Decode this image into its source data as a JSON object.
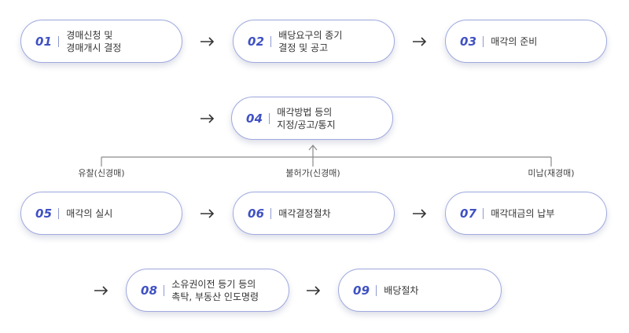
{
  "steps": [
    {
      "num": "01",
      "lines": [
        "경매신청 및",
        "경매개시 결정"
      ]
    },
    {
      "num": "02",
      "lines": [
        "배당요구의 종기",
        "결정 및 공고"
      ]
    },
    {
      "num": "03",
      "lines": [
        "매각의 준비"
      ]
    },
    {
      "num": "04",
      "lines": [
        "매각방법 등의",
        "지정/공고/통지"
      ]
    },
    {
      "num": "05",
      "lines": [
        "매각의 실시"
      ]
    },
    {
      "num": "06",
      "lines": [
        "매각결정절차"
      ]
    },
    {
      "num": "07",
      "lines": [
        "매각대금의 납부"
      ]
    },
    {
      "num": "08",
      "lines": [
        "소유권이전 등기 등의",
        "촉탁, 부동산 인도명령"
      ]
    },
    {
      "num": "09",
      "lines": [
        "배당절차"
      ]
    }
  ],
  "branches": [
    "유찰(신경매)",
    "불허가(신경매)",
    "미납(재경매)"
  ],
  "colors": {
    "accent": "#3f51c3",
    "border": "#9fa9de",
    "arrow": "#333333",
    "connector": "#8a8a8a"
  }
}
